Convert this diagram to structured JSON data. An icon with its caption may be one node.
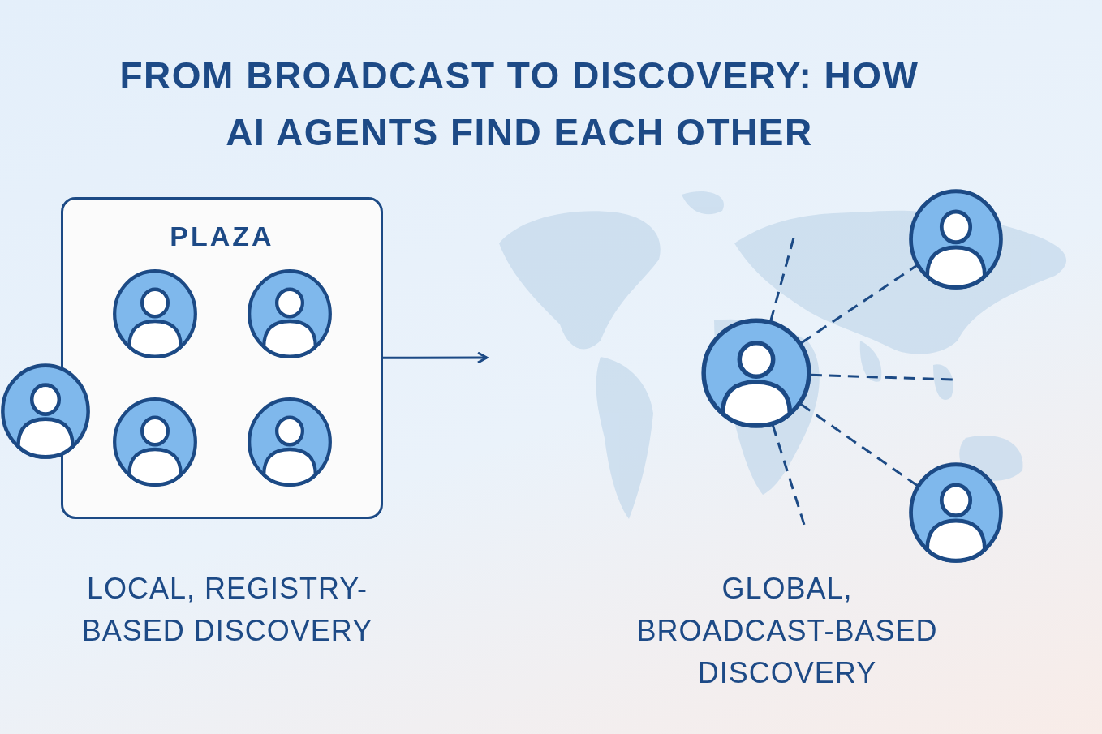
{
  "diagram": {
    "title": "FROM BROADCAST TO DISCOVERY: HOW AI AGENTS FIND EACH OTHER",
    "nodes": [
      {
        "text": [
          "PLAZA"
        ]
      },
      {
        "text": [],
        "shape": "person",
        "in": 0
      },
      {
        "text": [],
        "shape": "person",
        "in": 0
      },
      {
        "text": [],
        "shape": "person",
        "in": 0
      },
      {
        "text": [],
        "shape": "person",
        "in": 0
      },
      {
        "text": [],
        "shape": "person"
      },
      {
        "text": [],
        "shape": "person"
      },
      {
        "text": [],
        "shape": "person"
      },
      {
        "text": [],
        "shape": "person"
      }
    ],
    "edges": [
      {
        "from": 0,
        "to": null,
        "arrow": "to"
      },
      {
        "from": 6,
        "to": null,
        "arrow": "none",
        "style": "dashed"
      },
      {
        "from": 6,
        "to": 7,
        "arrow": "none",
        "style": "dashed"
      },
      {
        "from": 6,
        "to": null,
        "arrow": "none",
        "style": "dashed"
      },
      {
        "from": 6,
        "to": 8,
        "arrow": "none",
        "style": "dashed"
      },
      {
        "from": 6,
        "to": null,
        "arrow": "none",
        "style": "dashed"
      }
    ],
    "labels": [
      "LOCAL, REGISTRY-BASED DISCOVERY",
      "GLOBAL, BROADCAST-BASED DISCOVERY"
    ]
  }
}
